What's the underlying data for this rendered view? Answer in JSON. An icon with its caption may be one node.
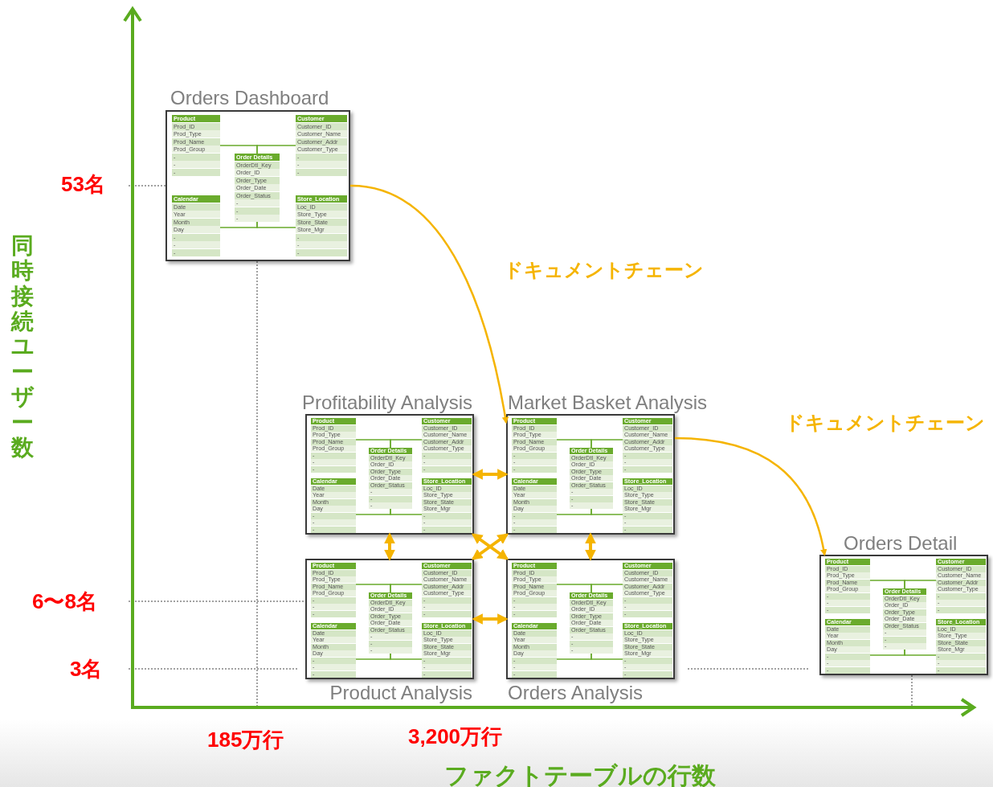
{
  "diagram": {
    "nodes": [
      {
        "text": [
          "Orders Dashboard"
        ]
      },
      {
        "text": [
          "Product",
          "Prod_ID",
          "Prod_Type",
          "Prod_Name",
          "Prod_Group",
          "-",
          "-",
          "-"
        ],
        "in": 0
      },
      {
        "text": [
          "Customer",
          "Customer_ID",
          "Customer_Name",
          "Customer_Addr",
          "Customer_Type",
          "-",
          "-",
          "-"
        ],
        "in": 0
      },
      {
        "text": [
          "Order Details",
          "OrderDtl_Key",
          "Order_ID",
          "Order_Type",
          "Order_Date",
          "Order_Status",
          "-",
          "-",
          "-"
        ],
        "in": 0
      },
      {
        "text": [
          "Calendar",
          "Date",
          "Year",
          "Month",
          "Day",
          "-",
          "-",
          "-"
        ],
        "in": 0
      },
      {
        "text": [
          "Store_Location",
          "Loc_ID",
          "Store_Type",
          "Store_State",
          "Store_Mgr",
          "-",
          "-",
          "-"
        ],
        "in": 0
      },
      {
        "text": [
          "Profitability Analysis"
        ]
      },
      {
        "text": [
          "Product",
          "Prod_ID",
          "Prod_Type",
          "Prod_Name",
          "Prod_Group",
          "-",
          "-",
          "-"
        ],
        "in": 6
      },
      {
        "text": [
          "Customer",
          "Customer_ID",
          "Customer_Name",
          "Customer_Addr",
          "Customer_Type",
          "-",
          "-",
          "-"
        ],
        "in": 6
      },
      {
        "text": [
          "Order Details",
          "OrderDtl_Key",
          "Order_ID",
          "Order_Type",
          "Order_Date",
          "Order_Status",
          "-",
          "-",
          "-"
        ],
        "in": 6
      },
      {
        "text": [
          "Calendar",
          "Date",
          "Year",
          "Month",
          "Day",
          "-",
          "-",
          "-"
        ],
        "in": 6
      },
      {
        "text": [
          "Store_Location",
          "Loc_ID",
          "Store_Type",
          "Store_State",
          "Store_Mgr",
          "-",
          "-",
          "-"
        ],
        "in": 6
      },
      {
        "text": [
          "Market Basket Analysis"
        ]
      },
      {
        "text": [
          "Product",
          "Prod_ID",
          "Prod_Type",
          "Prod_Name",
          "Prod_Group",
          "-",
          "-",
          "-"
        ],
        "in": 12
      },
      {
        "text": [
          "Customer",
          "Customer_ID",
          "Customer_Name",
          "Customer_Addr",
          "Customer_Type",
          "-",
          "-",
          "-"
        ],
        "in": 12
      },
      {
        "text": [
          "Order Details",
          "OrderDtl_Key",
          "Order_ID",
          "Order_Type",
          "Order_Date",
          "Order_Status",
          "-",
          "-",
          "-"
        ],
        "in": 12
      },
      {
        "text": [
          "Calendar",
          "Date",
          "Year",
          "Month",
          "Day",
          "-",
          "-",
          "-"
        ],
        "in": 12
      },
      {
        "text": [
          "Store_Location",
          "Loc_ID",
          "Store_Type",
          "Store_State",
          "Store_Mgr",
          "-",
          "-",
          "-"
        ],
        "in": 12
      },
      {
        "text": [
          "Product Analysis"
        ]
      },
      {
        "text": [
          "Product",
          "Prod_ID",
          "Prod_Type",
          "Prod_Name",
          "Prod_Group",
          "-",
          "-",
          "-"
        ],
        "in": 18
      },
      {
        "text": [
          "Customer",
          "Customer_ID",
          "Customer_Name",
          "Customer_Addr",
          "Customer_Type",
          "-",
          "-",
          "-"
        ],
        "in": 18
      },
      {
        "text": [
          "Order Details",
          "OrderDtl_Key",
          "Order_ID",
          "Order_Type",
          "Order_Date",
          "Order_Status",
          "-",
          "-",
          "-"
        ],
        "in": 18
      },
      {
        "text": [
          "Calendar",
          "Date",
          "Year",
          "Month",
          "Day",
          "-",
          "-",
          "-"
        ],
        "in": 18
      },
      {
        "text": [
          "Store_Location",
          "Loc_ID",
          "Store_Type",
          "Store_State",
          "Store_Mgr",
          "-",
          "-",
          "-"
        ],
        "in": 18
      },
      {
        "text": [
          "Orders Analysis"
        ]
      },
      {
        "text": [
          "Product",
          "Prod_ID",
          "Prod_Type",
          "Prod_Name",
          "Prod_Group",
          "-",
          "-",
          "-"
        ],
        "in": 24
      },
      {
        "text": [
          "Customer",
          "Customer_ID",
          "Customer_Name",
          "Customer_Addr",
          "Customer_Type",
          "-",
          "-",
          "-"
        ],
        "in": 24
      },
      {
        "text": [
          "Order Details",
          "OrderDtl_Key",
          "Order_ID",
          "Order_Type",
          "Order_Date",
          "Order_Status",
          "-",
          "-",
          "-"
        ],
        "in": 24
      },
      {
        "text": [
          "Calendar",
          "Date",
          "Year",
          "Month",
          "Day",
          "-",
          "-",
          "-"
        ],
        "in": 24
      },
      {
        "text": [
          "Store_Location",
          "Loc_ID",
          "Store_Type",
          "Store_State",
          "Store_Mgr",
          "-",
          "-",
          "-"
        ],
        "in": 24
      },
      {
        "text": [
          "Orders Detail"
        ]
      },
      {
        "text": [
          "Product",
          "Prod_ID",
          "Prod_Type",
          "Prod_Name",
          "Prod_Group",
          "-",
          "-",
          "-"
        ],
        "in": 30
      },
      {
        "text": [
          "Customer",
          "Customer_ID",
          "Customer_Name",
          "Customer_Addr",
          "Customer_Type",
          "-",
          "-",
          "-"
        ],
        "in": 30
      },
      {
        "text": [
          "Order Details",
          "OrderDtl_Key",
          "Order_ID",
          "Order_Type",
          "Order_Date",
          "Order_Status",
          "-",
          "-",
          "-"
        ],
        "in": 30
      },
      {
        "text": [
          "Calendar",
          "Date",
          "Year",
          "Month",
          "Day",
          "-",
          "-",
          "-"
        ],
        "in": 30
      },
      {
        "text": [
          "Store_Location",
          "Loc_ID",
          "Store_Type",
          "Store_State",
          "Store_Mgr",
          "-",
          "-",
          "-"
        ],
        "in": 30
      }
    ],
    "edges": [
      {
        "from": 1,
        "to": 3,
        "arrow": "none"
      },
      {
        "from": 2,
        "to": 3,
        "arrow": "none"
      },
      {
        "from": 4,
        "to": 3,
        "arrow": "none"
      },
      {
        "from": 5,
        "to": 3,
        "arrow": "none"
      },
      {
        "from": 7,
        "to": 9,
        "arrow": "none"
      },
      {
        "from": 8,
        "to": 9,
        "arrow": "none"
      },
      {
        "from": 10,
        "to": 9,
        "arrow": "none"
      },
      {
        "from": 11,
        "to": 9,
        "arrow": "none"
      },
      {
        "from": 13,
        "to": 15,
        "arrow": "none"
      },
      {
        "from": 14,
        "to": 15,
        "arrow": "none"
      },
      {
        "from": 16,
        "to": 15,
        "arrow": "none"
      },
      {
        "from": 17,
        "to": 15,
        "arrow": "none"
      },
      {
        "from": 19,
        "to": 21,
        "arrow": "none"
      },
      {
        "from": 20,
        "to": 21,
        "arrow": "none"
      },
      {
        "from": 22,
        "to": 21,
        "arrow": "none"
      },
      {
        "from": 23,
        "to": 21,
        "arrow": "none"
      },
      {
        "from": 25,
        "to": 27,
        "arrow": "none"
      },
      {
        "from": 26,
        "to": 27,
        "arrow": "none"
      },
      {
        "from": 28,
        "to": 27,
        "arrow": "none"
      },
      {
        "from": 29,
        "to": 27,
        "arrow": "none"
      },
      {
        "from": 31,
        "to": 33,
        "arrow": "none"
      },
      {
        "from": 32,
        "to": 33,
        "arrow": "none"
      },
      {
        "from": 34,
        "to": 33,
        "arrow": "none"
      },
      {
        "from": 35,
        "to": 33,
        "arrow": "none"
      },
      {
        "from": 0,
        "to": 12,
        "arrow": "to",
        "label": "ドキュメントチェーン",
        "color": "#f5b400"
      },
      {
        "from": 12,
        "to": 30,
        "arrow": "to",
        "label": "ドキュメントチェーン",
        "color": "#f5b400"
      },
      {
        "from": 6,
        "to": 12,
        "arrow": "both",
        "style": "thick",
        "color": "#f5b400"
      },
      {
        "from": 6,
        "to": 18,
        "arrow": "both",
        "style": "thick",
        "color": "#f5b400"
      },
      {
        "from": 12,
        "to": 24,
        "arrow": "both",
        "style": "thick",
        "color": "#f5b400"
      },
      {
        "from": 18,
        "to": 24,
        "arrow": "both",
        "style": "thick",
        "color": "#f5b400"
      },
      {
        "from": 6,
        "to": 24,
        "arrow": "both",
        "style": "thick",
        "color": "#f5b400"
      },
      {
        "from": 12,
        "to": 18,
        "arrow": "both",
        "style": "thick",
        "color": "#f5b400"
      }
    ],
    "labels": [
      "同時接続ユーザー数",
      "53名",
      "6〜8名",
      "3名",
      "185万行",
      "3,200万行",
      "ファクトテーブルの行数"
    ]
  }
}
